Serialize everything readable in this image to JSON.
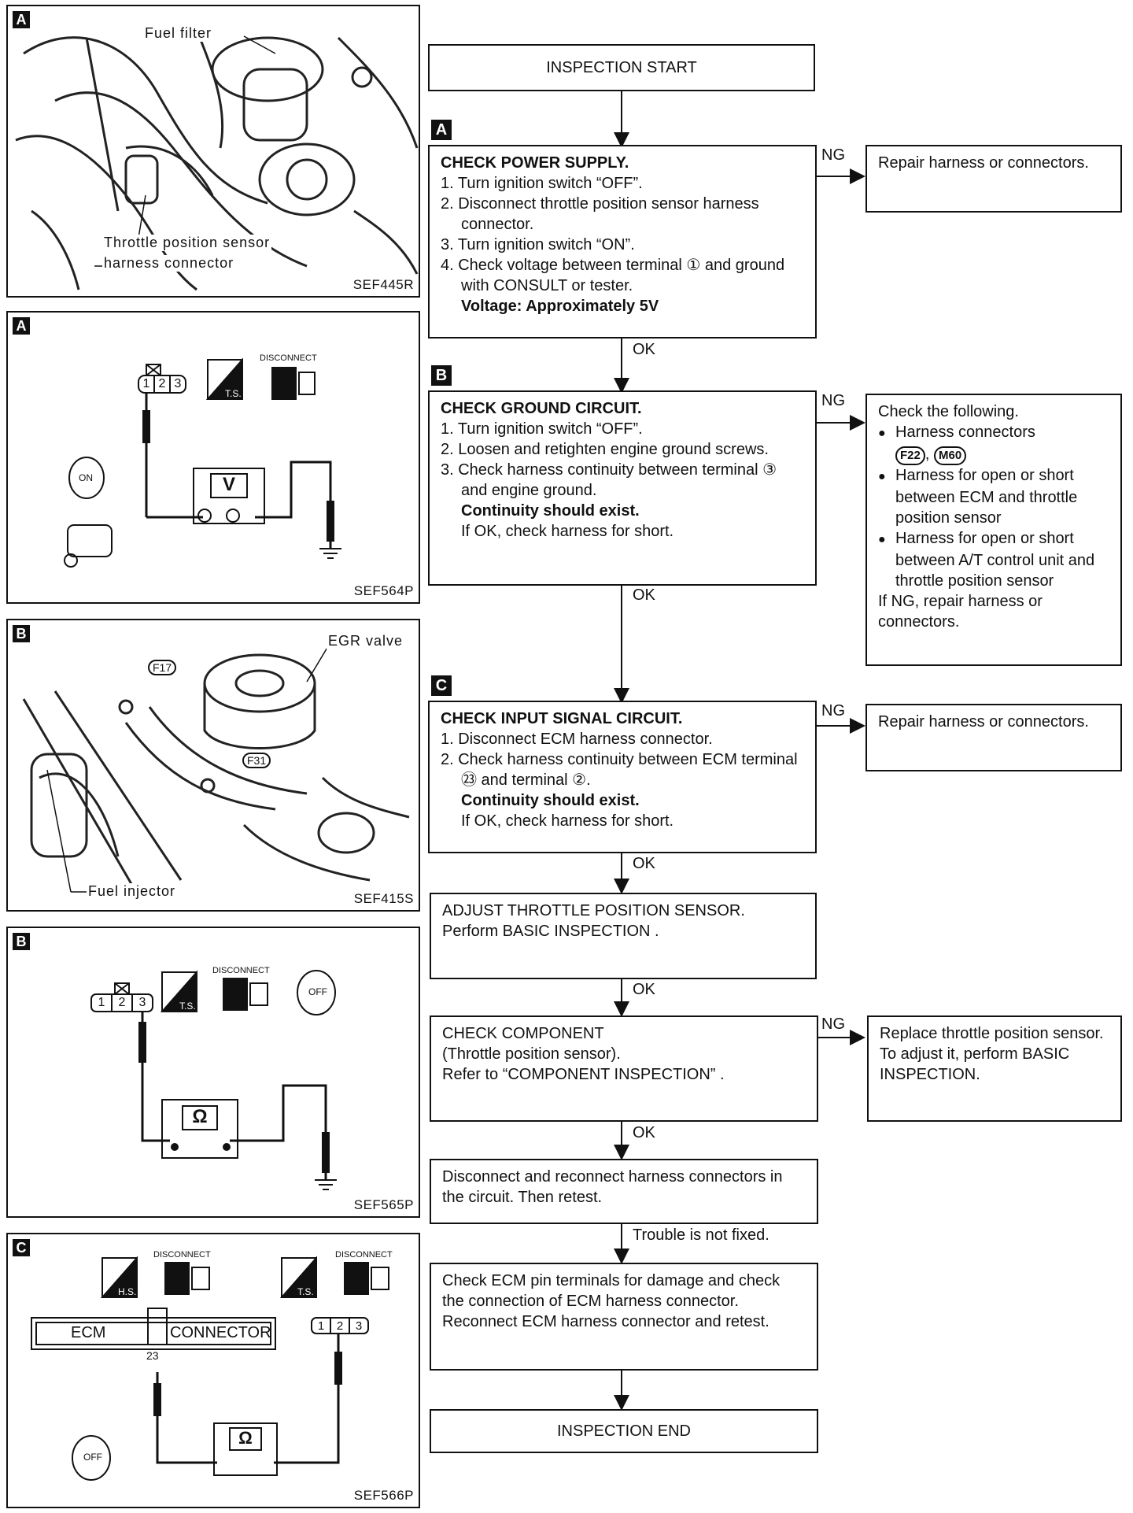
{
  "panels": [
    {
      "tag": "A",
      "code": "SEF445R",
      "labels": {
        "fuel_filter": "Fuel filter",
        "tps_connector_1": "Throttle position sensor",
        "tps_connector_2": "harness connector"
      }
    },
    {
      "tag": "A",
      "code": "SEF564P",
      "labels": {
        "disconnect": "DISCONNECT",
        "ts": "T.S.",
        "meter": "V",
        "pins": [
          "1",
          "2",
          "3"
        ],
        "key": "ON"
      }
    },
    {
      "tag": "B",
      "code": "SEF415S",
      "labels": {
        "egr": "EGR valve",
        "f17": "F17",
        "f31": "F31",
        "injector": "Fuel injector"
      }
    },
    {
      "tag": "B",
      "code": "SEF565P",
      "labels": {
        "disconnect": "DISCONNECT",
        "ts": "T.S.",
        "meter": "Ω",
        "pins": [
          "1",
          "2",
          "3"
        ],
        "key": "OFF"
      }
    },
    {
      "tag": "C",
      "code": "SEF566P",
      "labels": {
        "disconnect_1": "DISCONNECT",
        "disconnect_2": "DISCONNECT",
        "hs": "H.S.",
        "ts": "T.S.",
        "ecm": "ECM",
        "connector": "CONNECTOR",
        "terminal": "23",
        "meter": "Ω",
        "pins": [
          "1",
          "2",
          "3"
        ],
        "key": "OFF"
      }
    }
  ],
  "flow": {
    "start": "INSPECTION START",
    "stepA": {
      "tag": "A",
      "title": "CHECK POWER SUPPLY.",
      "items": [
        "1. Turn ignition switch “OFF”.",
        "2. Disconnect throttle position sensor harness connector.",
        "3. Turn ignition switch “ON”.",
        "4. Check voltage between terminal ① and ground with CONSULT or tester."
      ],
      "spec": "Voltage: Approximately 5V",
      "ng": "Repair harness or connectors."
    },
    "stepB": {
      "tag": "B",
      "title": "CHECK GROUND CIRCUIT.",
      "items": [
        "1. Turn ignition switch “OFF”.",
        "2. Loosen and retighten engine ground screws.",
        "3. Check harness continuity between terminal ③ and engine ground."
      ],
      "spec": "Continuity should exist.",
      "note": "If OK, check harness for short.",
      "ng_head": "Check the following.",
      "ng_items": [
        "Harness connectors",
        "Harness for open or short between ECM and throttle position sensor",
        "Harness for open or short between A/T control unit and throttle position sensor"
      ],
      "ng_conn1": "F22",
      "ng_conn2": "M60",
      "ng_tail": "If NG, repair harness or connectors."
    },
    "stepC": {
      "tag": "C",
      "title": "CHECK INPUT SIGNAL CIRCUIT.",
      "items": [
        "1. Disconnect ECM harness connector.",
        "2. Check harness continuity between ECM terminal ㉓ and terminal ②."
      ],
      "spec": "Continuity should exist.",
      "note": "If OK, check harness for short.",
      "ng": "Repair harness or connectors."
    },
    "adjust": [
      "ADJUST THROTTLE POSITION SENSOR.",
      "Perform BASIC INSPECTION ."
    ],
    "component": [
      "CHECK COMPONENT",
      "(Throttle position sensor).",
      "Refer to “COMPONENT INSPECTION” ."
    ],
    "component_ng": "Replace throttle position sensor. To adjust it, perform BASIC INSPECTION.",
    "reconnect": "Disconnect and reconnect harness connectors in the circuit. Then retest.",
    "not_fixed": "Trouble is not fixed.",
    "ecm_check": "Check ECM pin terminals for damage and check the connection of ECM harness connector. Reconnect ECM harness connector and retest.",
    "end": "INSPECTION END",
    "ok": "OK",
    "ng": "NG"
  }
}
